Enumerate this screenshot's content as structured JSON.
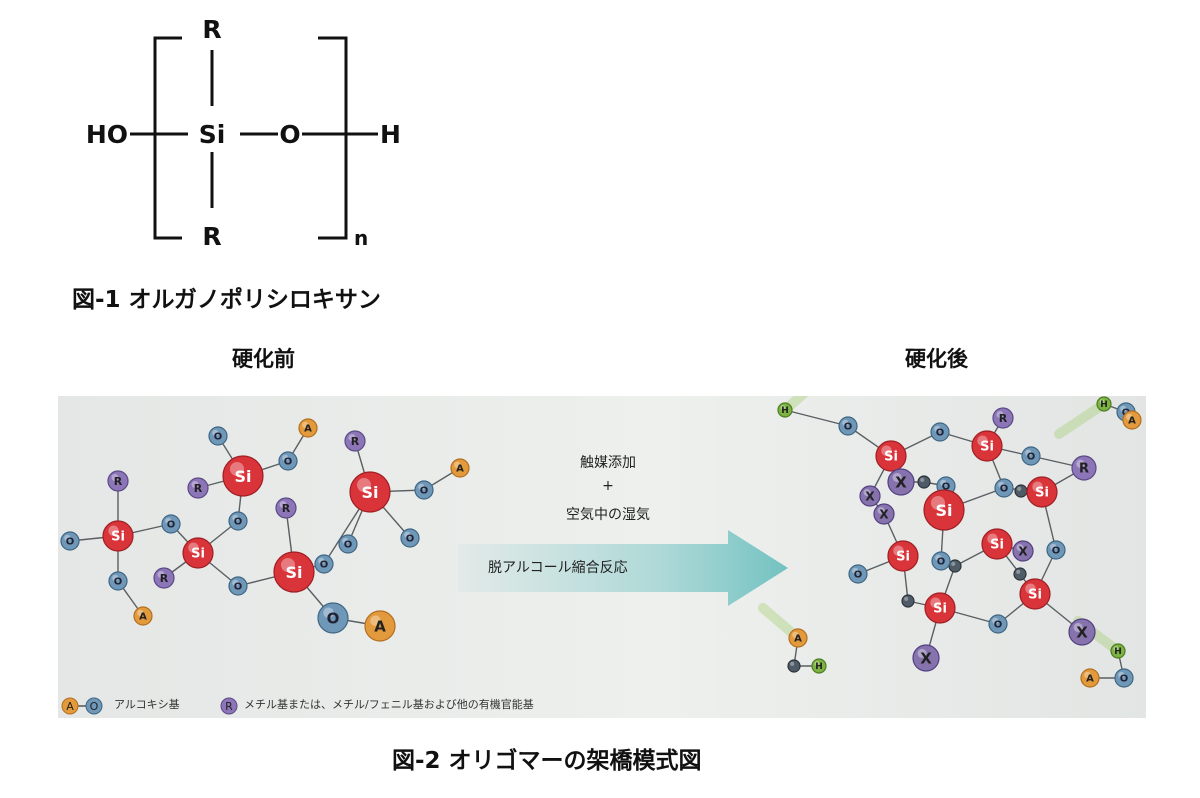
{
  "formula": {
    "r_top": "R",
    "r_bottom": "R",
    "ho": "HO",
    "si": "Si",
    "o": "O",
    "h": "H",
    "n": "n"
  },
  "fig1": {
    "caption": "図-1 オルガノポリシロキサン"
  },
  "fig2": {
    "before_label": "硬化前",
    "after_label": "硬化後",
    "condition_catalyst": "触媒添加",
    "condition_plus": "+",
    "condition_moisture": "空気中の湿気",
    "reaction_name": "脱アルコール縮合反応",
    "legend_alkoxy_text": "アルコキシ基",
    "legend_r_text": "メチル基または、メチル/フェニル基および他の有機官能基",
    "caption": "図-2 オリゴマーの架橋模式図"
  },
  "atoms": {
    "si": "Si",
    "o": "O",
    "a": "A",
    "r": "R",
    "x": "X",
    "h": "H"
  },
  "colors": {
    "si": "#d9343a",
    "o": "#6f97b8",
    "a": "#e39a3c",
    "r": "#8c76b8",
    "x": "#8673ae",
    "h": "#7cb342",
    "dark": "#4f5b66",
    "arrow": "#7cc7c6"
  }
}
